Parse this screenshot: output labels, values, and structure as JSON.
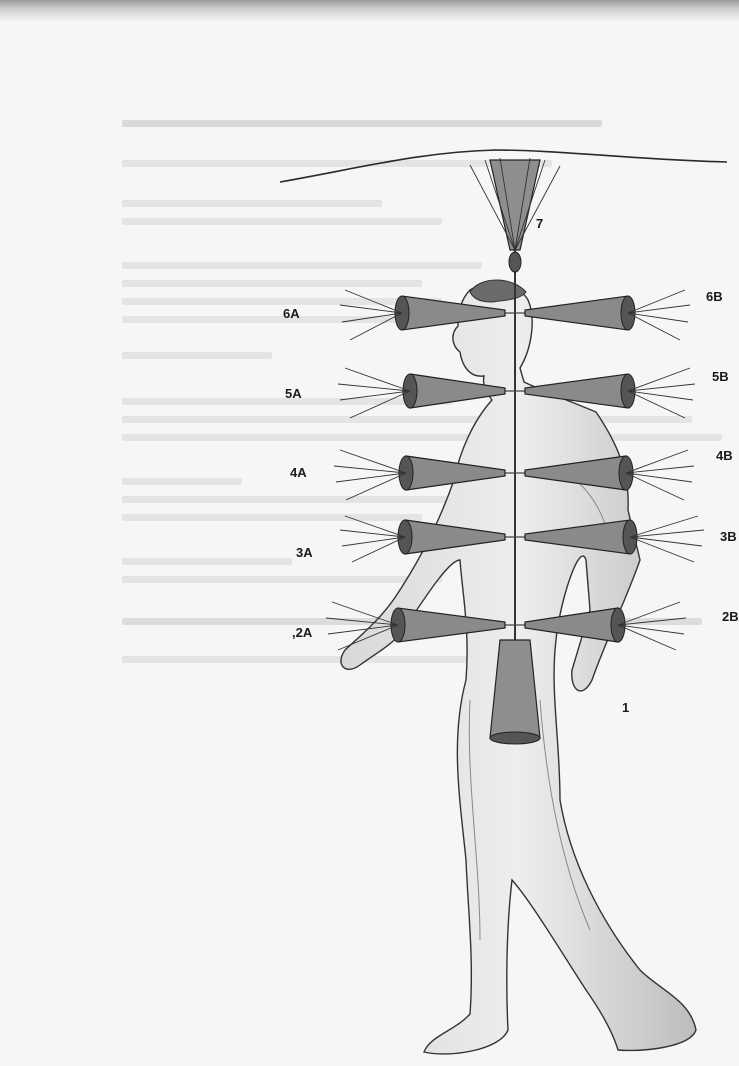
{
  "diagram": {
    "labels": {
      "l7": "7",
      "l6A": "6A",
      "l6B": "6B",
      "l5A": "5A",
      "l5B": "5B",
      "l4A": "4A",
      "l4B": "4B",
      "l3A": "3A",
      "l3B": "3B",
      "l2A": ",2A",
      "l2B": "2B",
      "l1": "1"
    }
  }
}
